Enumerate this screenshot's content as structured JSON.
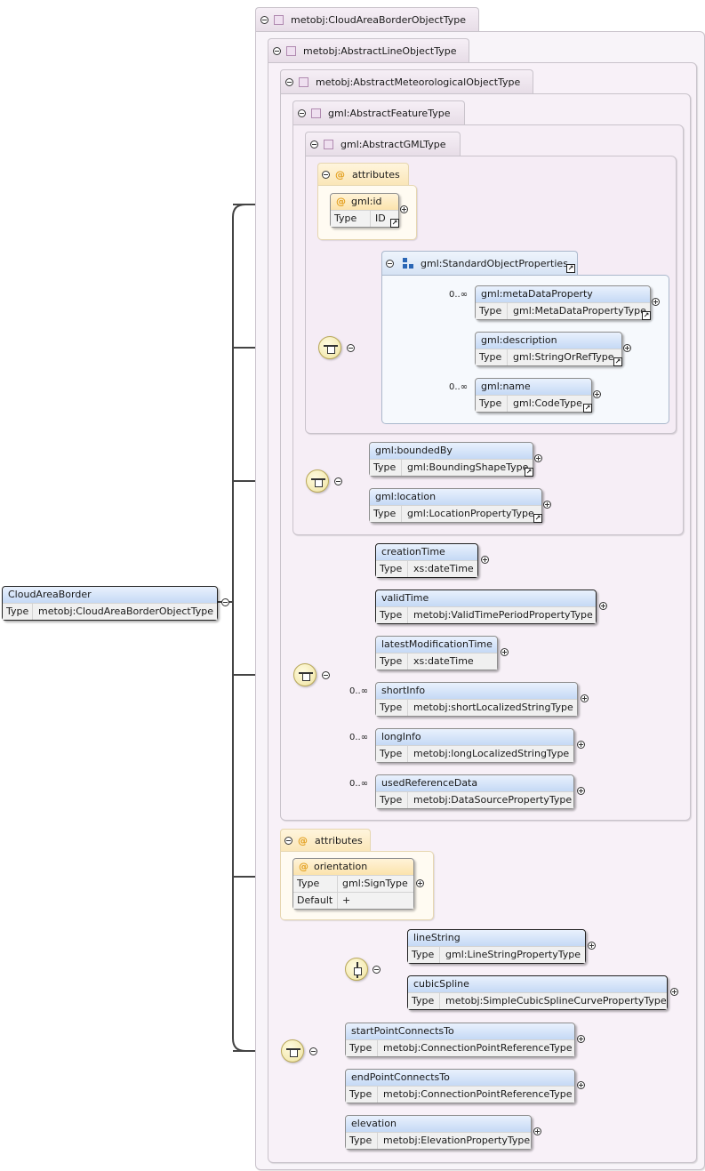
{
  "root": {
    "name": "CloudAreaBorder",
    "type_label": "Type",
    "type": "metobj:CloudAreaBorderObjectType"
  },
  "types": {
    "t0": "metobj:CloudAreaBorderObjectType",
    "t1": "metobj:AbstractLineObjectType",
    "t2": "metobj:AbstractMeteorologicalObjectType",
    "t3": "gml:AbstractFeatureType",
    "t4": "gml:AbstractGMLType"
  },
  "attributes_label": "attributes",
  "attr_symbol": "@",
  "gml_id": {
    "name": "gml:id",
    "type_label": "Type",
    "type": "ID"
  },
  "group": {
    "name": "gml:StandardObjectProperties"
  },
  "meta": {
    "name": "gml:metaDataProperty",
    "type_label": "Type",
    "type": "gml:MetaDataPropertyType",
    "card": "0..∞"
  },
  "description": {
    "name": "gml:description",
    "type_label": "Type",
    "type": "gml:StringOrRefType"
  },
  "gmlname": {
    "name": "gml:name",
    "type_label": "Type",
    "type": "gml:CodeType",
    "card": "0..∞"
  },
  "boundedBy": {
    "name": "gml:boundedBy",
    "type_label": "Type",
    "type": "gml:BoundingShapeType"
  },
  "location": {
    "name": "gml:location",
    "type_label": "Type",
    "type": "gml:LocationPropertyType"
  },
  "creationTime": {
    "name": "creationTime",
    "type_label": "Type",
    "type": "xs:dateTime"
  },
  "validTime": {
    "name": "validTime",
    "type_label": "Type",
    "type": "metobj:ValidTimePeriodPropertyType"
  },
  "latestModificationTime": {
    "name": "latestModificationTime",
    "type_label": "Type",
    "type": "xs:dateTime"
  },
  "shortInfo": {
    "name": "shortInfo",
    "type_label": "Type",
    "type": "metobj:shortLocalizedStringType",
    "card": "0..∞"
  },
  "longInfo": {
    "name": "longInfo",
    "type_label": "Type",
    "type": "metobj:longLocalizedStringType",
    "card": "0..∞"
  },
  "usedReferenceData": {
    "name": "usedReferenceData",
    "type_label": "Type",
    "type": "metobj:DataSourcePropertyType",
    "card": "0..∞"
  },
  "orientation": {
    "name": "orientation",
    "type_label": "Type",
    "type": "gml:SignType",
    "default_label": "Default",
    "default": "+"
  },
  "lineString": {
    "name": "lineString",
    "type_label": "Type",
    "type": "gml:LineStringPropertyType"
  },
  "cubicSpline": {
    "name": "cubicSpline",
    "type_label": "Type",
    "type": "metobj:SimpleCubicSplineCurvePropertyType"
  },
  "startPoint": {
    "name": "startPointConnectsTo",
    "type_label": "Type",
    "type": "metobj:ConnectionPointReferenceType"
  },
  "endPoint": {
    "name": "endPointConnectsTo",
    "type_label": "Type",
    "type": "metobj:ConnectionPointReferenceType"
  },
  "elevation": {
    "name": "elevation",
    "type_label": "Type",
    "type": "metobj:ElevationPropertyType"
  },
  "colors": {
    "type_bg": "#f8f2f8",
    "element_header": "#c5d9f5",
    "attribute_header": "#fbe3ac",
    "compositor": "#efe3a0"
  }
}
